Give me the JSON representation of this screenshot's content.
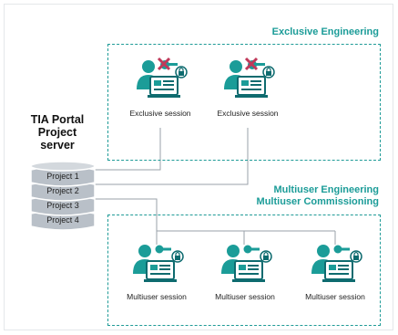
{
  "exclusive": {
    "title": "Exclusive Engineering",
    "sessions": [
      "Exclusive session",
      "Exclusive session"
    ]
  },
  "multiuser": {
    "title_line1": "Multiuser Engineering",
    "title_line2": "Multiuser Commissioning",
    "sessions": [
      "Multiuser session",
      "Multiuser session",
      "Multiuser session"
    ]
  },
  "server": {
    "title_line1": "TIA Portal",
    "title_line2": "Project",
    "title_line3": "server",
    "projects": [
      "Project 1",
      "Project 2",
      "Project 3",
      "Project 4"
    ]
  },
  "colors": {
    "teal": "#1b9c98",
    "dark_teal": "#0e6b6f",
    "disk_fill": "#b7bec6",
    "cross": "#c0395a"
  },
  "icons": {
    "exclusive_user": "user-with-crossed-key-icon",
    "multiuser_user": "user-with-key-icon"
  }
}
